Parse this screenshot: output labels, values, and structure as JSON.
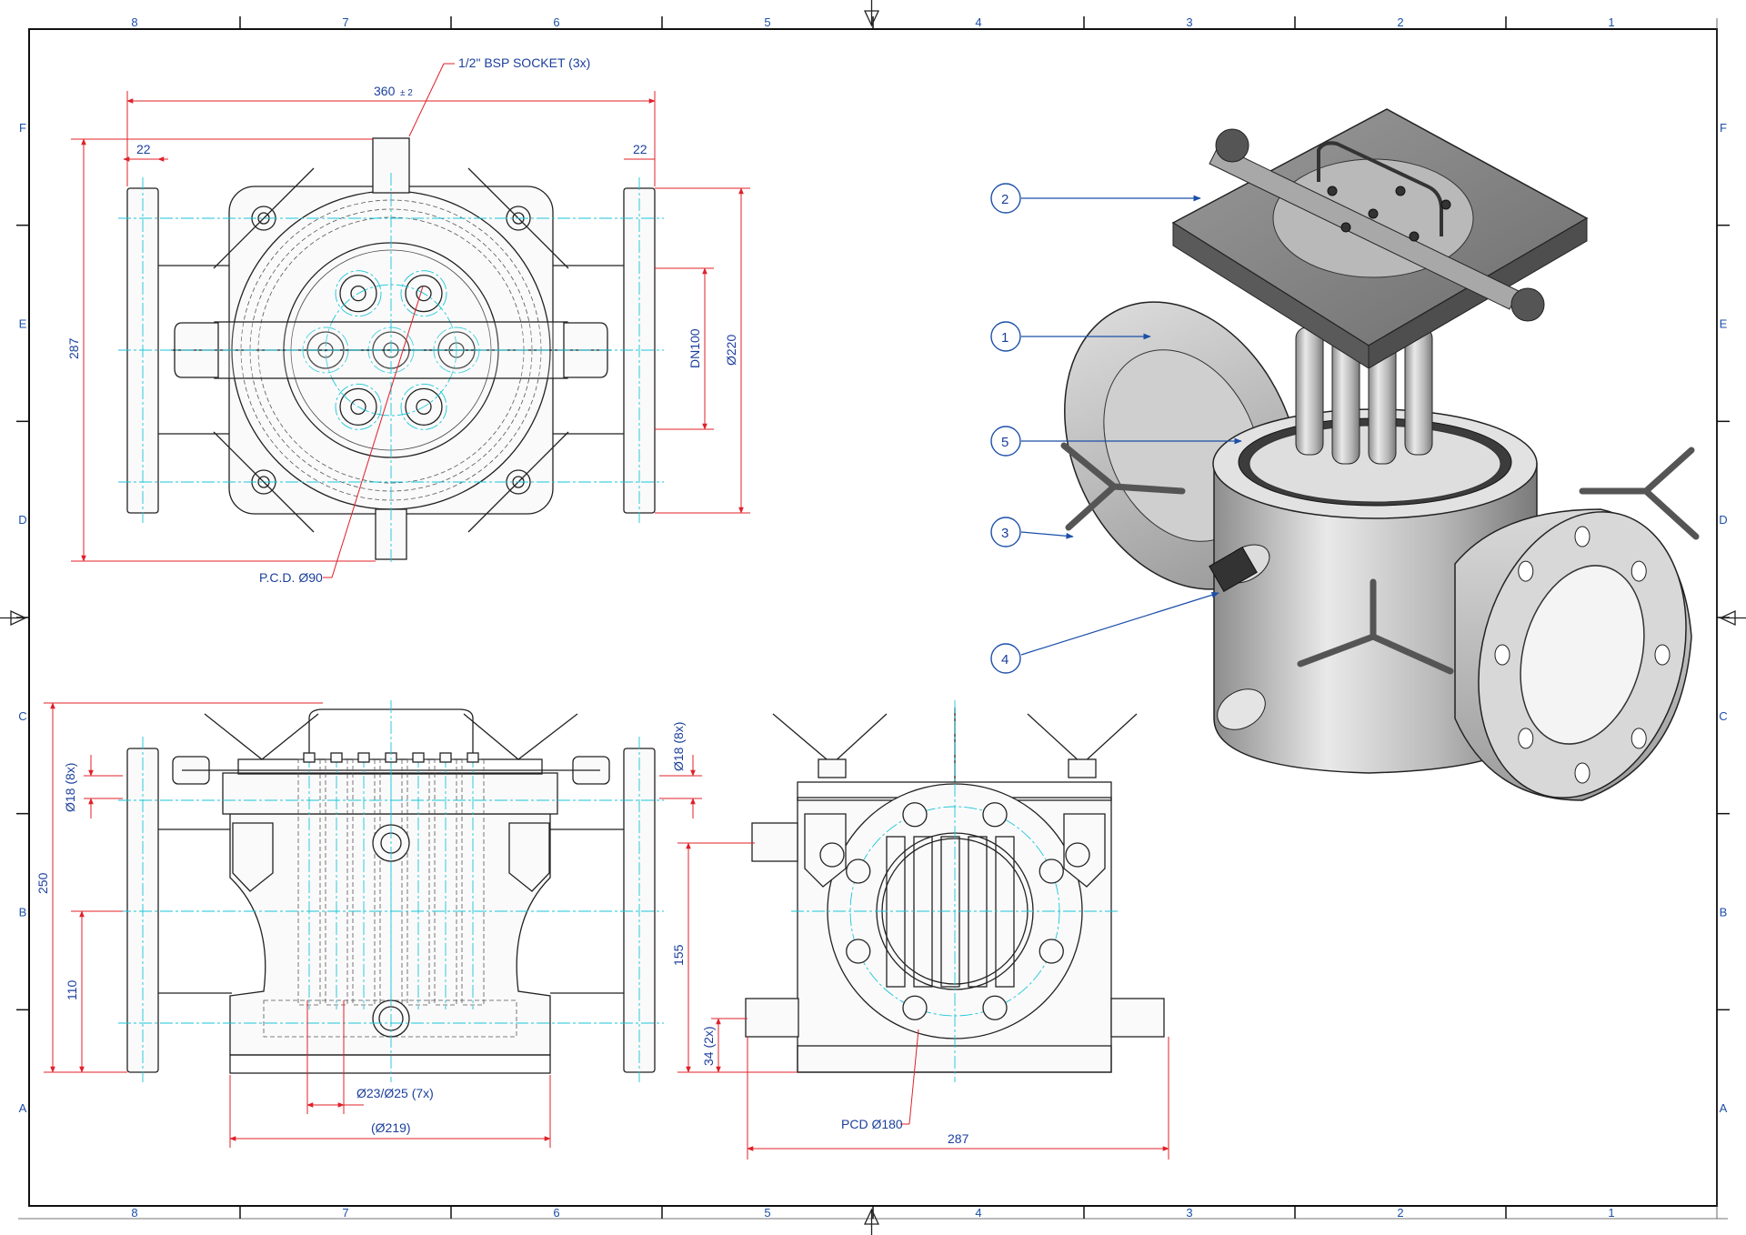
{
  "zones": {
    "columns": [
      "8",
      "7",
      "6",
      "5",
      "4",
      "3",
      "2",
      "1"
    ],
    "rows": [
      "F",
      "E",
      "D",
      "C",
      "B",
      "A"
    ]
  },
  "dimensions": {
    "top_overall_width": "360",
    "top_overall_tol": "± 2",
    "socket_note": "1/2\" BSP SOCKET (3x)",
    "flange_thk_left": "22",
    "flange_thk_right": "22",
    "top_height": "287",
    "dn": "DN100",
    "flange_dia": "Ø220",
    "pcd_top": "P.C.D. Ø90",
    "front_height": "250",
    "front_axis": "110",
    "bolt_left": "Ø18 (8x)",
    "bolt_right": "Ø18 (8x)",
    "rods": "Ø23/Ø25 (7x)",
    "body_dia": "(Ø219)",
    "side_axis": "155",
    "side_socket": "34 (2x)",
    "side_pcd": "PCD Ø180",
    "side_width": "287"
  },
  "balloons": [
    "2",
    "1",
    "5",
    "3",
    "4"
  ],
  "colors": {
    "dimension": "#e0202a",
    "dimension_text": "#1b3f9c",
    "centerline": "#19c6d8",
    "outline": "#222222"
  }
}
